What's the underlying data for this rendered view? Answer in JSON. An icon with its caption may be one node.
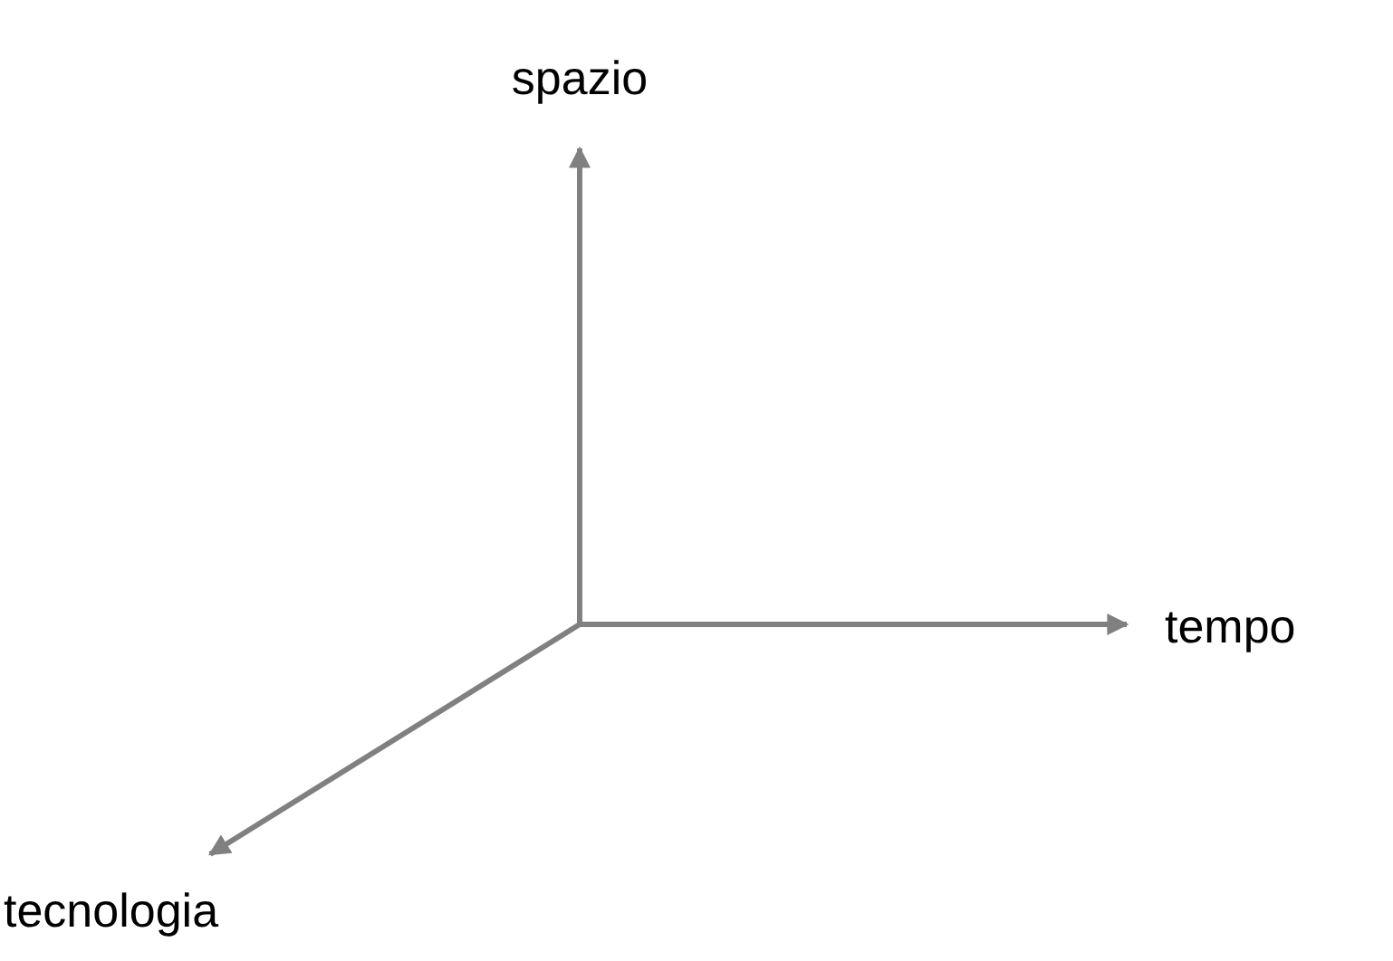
{
  "diagram": {
    "labels": [
      "spazio",
      "tempo",
      "tecnologia"
    ]
  }
}
